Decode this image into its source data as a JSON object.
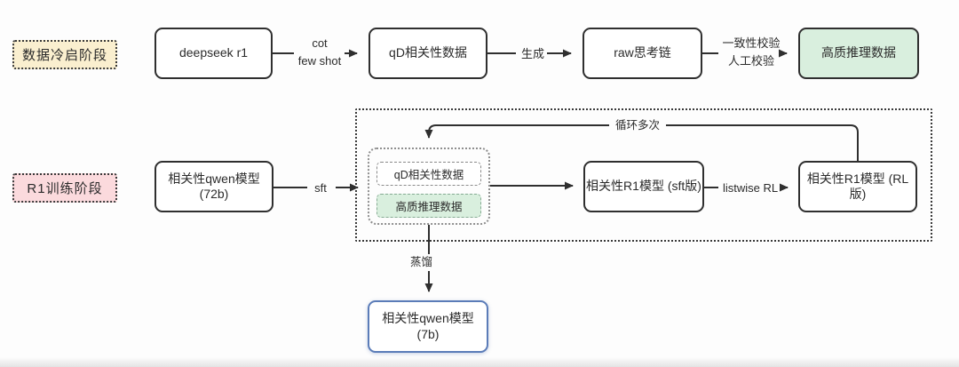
{
  "stages": {
    "cold_start": {
      "label": "数据冷启阶段"
    },
    "r1_training": {
      "label": "R1训练阶段"
    }
  },
  "nodes": {
    "deepseek_r1": {
      "label": "deepseek r1"
    },
    "qd_relevance_data": {
      "label": "qD相关性数据"
    },
    "raw_cot_chain": {
      "label": "raw思考链"
    },
    "hq_reasoning_data": {
      "label": "高质推理数据"
    },
    "qwen_72b": {
      "label": "相关性qwen模型 (72b)"
    },
    "inner_qd_relevance_data": {
      "label": "qD相关性数据"
    },
    "inner_hq_reasoning_data": {
      "label": "高质推理数据"
    },
    "r1_sft": {
      "label": "相关性R1模型 (sft版)"
    },
    "r1_rl": {
      "label": "相关性R1模型 (RL版)"
    },
    "qwen_7b": {
      "label": "相关性qwen模型 (7b)"
    }
  },
  "edges": {
    "cot_few_shot": {
      "line1": "cot",
      "line2": "few shot"
    },
    "generate": {
      "label": "生成"
    },
    "consistency_check": {
      "line1": "一致性校验",
      "line2": "人工校验"
    },
    "sft": {
      "label": "sft"
    },
    "listwise_rl": {
      "label": "listwise RL"
    },
    "loop": {
      "label": "循环多次"
    },
    "distill": {
      "label": "蒸馏"
    }
  },
  "colors": {
    "highlight_green": "#d9efde",
    "stage_yellow": "#faefcf",
    "stage_pink": "#fbdadd",
    "blue_border": "#5b7cb8",
    "line": "#2f2f2f"
  }
}
